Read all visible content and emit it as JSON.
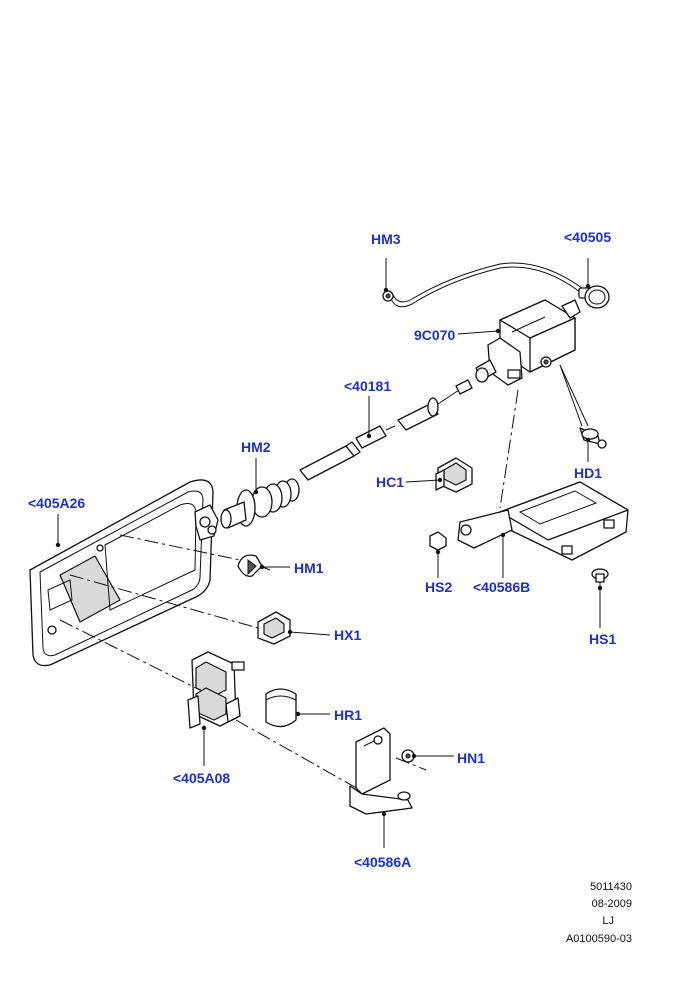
{
  "callouts": {
    "hm3": "HM3",
    "c40505": "<40505",
    "c9c070": "9C070",
    "c40181": "<40181",
    "hm2": "HM2",
    "hd1": "HD1",
    "hc1": "HC1",
    "c405a26": "<405A26",
    "hm1": "HM1",
    "hs2": "HS2",
    "c40586b": "<40586B",
    "hs1": "HS1",
    "hx1": "HX1",
    "hr1": "HR1",
    "hn1": "HN1",
    "c405a08": "<405A08",
    "c40586a": "<40586A"
  },
  "footer": {
    "drawing_number": "5011430",
    "date": "08-2009",
    "initials": "LJ",
    "reference": "A0100590-03"
  },
  "colors": {
    "callout_text": "#1a2fd6",
    "line_art": "#111111"
  }
}
